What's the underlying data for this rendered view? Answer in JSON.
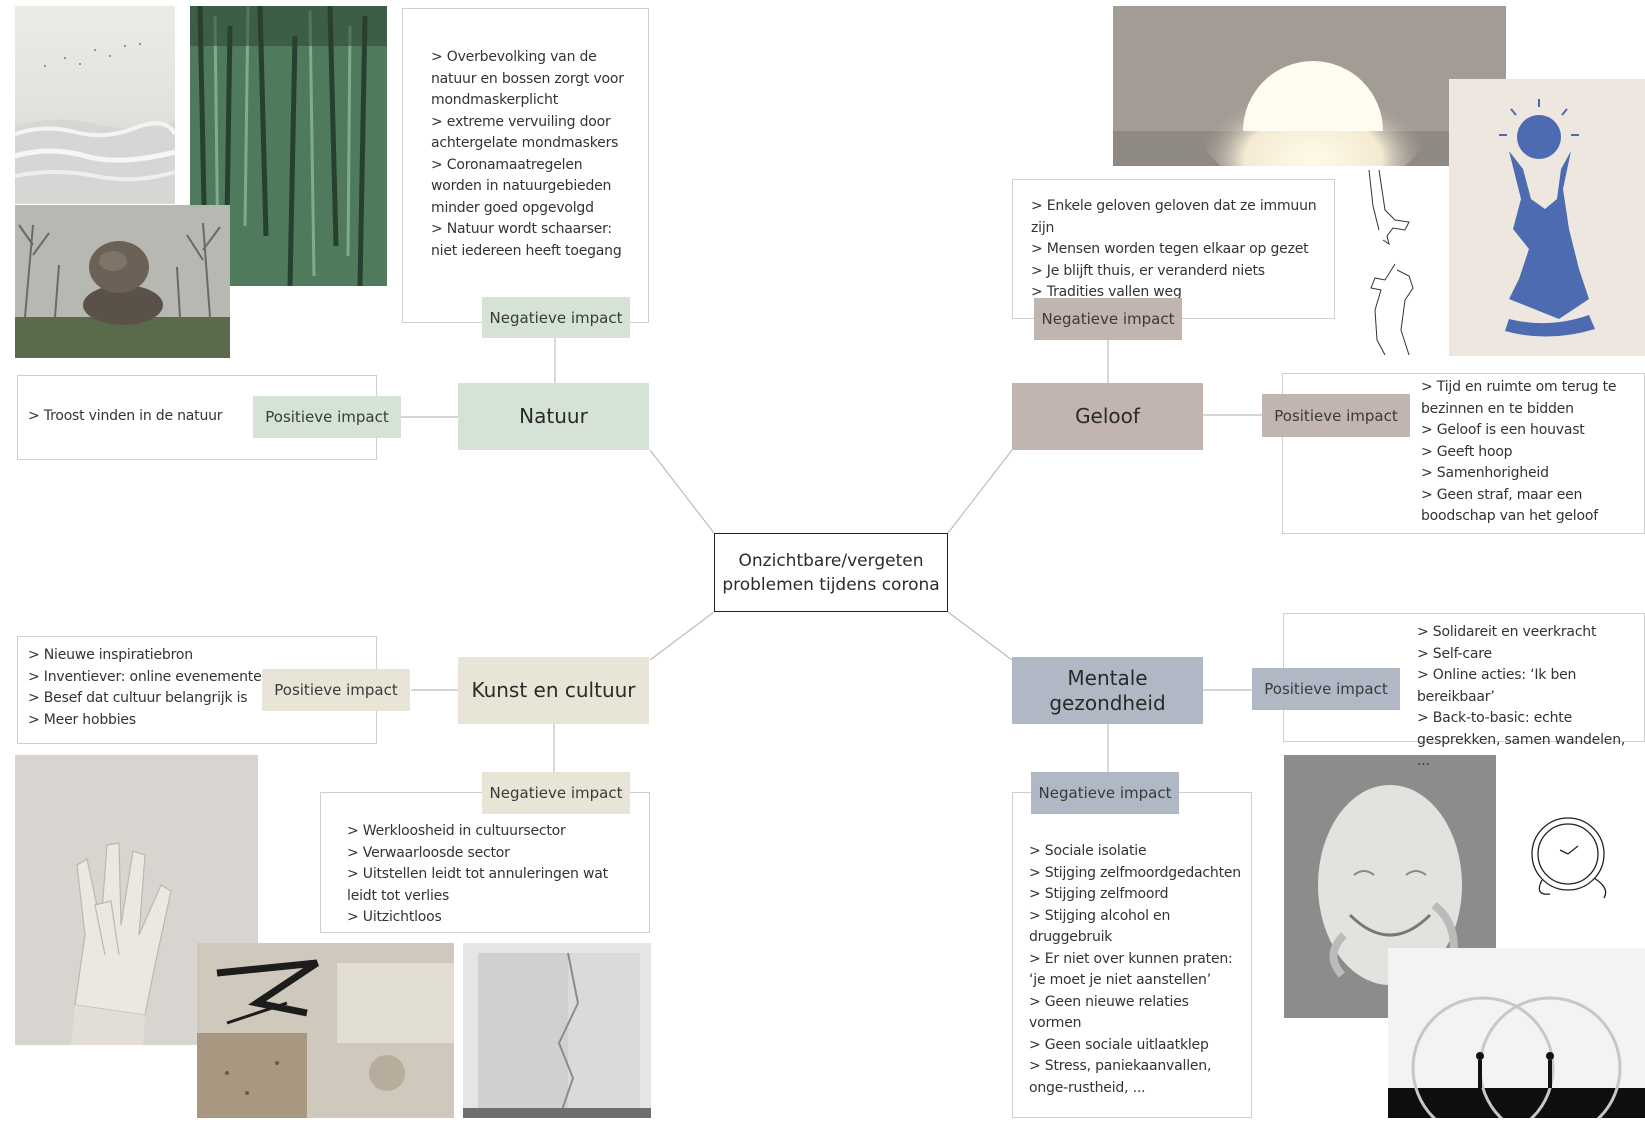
{
  "colors": {
    "natuur": "#d5e3d6",
    "geloof": "#c2b4ae",
    "kunst": "#e8e4d6",
    "mentaal": "#b1b8c5",
    "line": "#bdbdbd"
  },
  "center": {
    "title": "Onzichtbare/vergeten problemen tijdens corona"
  },
  "natuur": {
    "title": "Natuur",
    "negative_label": "Negatieve impact",
    "positive_label": "Positieve impact",
    "negative_items": [
      "> Overbevolking van de natuur en bossen zorgt voor mondmaskerplicht",
      "> extreme vervuiling door achtergelate mondmaskers",
      "> Coronamaatregelen worden in natuurgebieden minder goed opgevolgd",
      "> Natuur wordt schaarser: niet iedereen heeft toegang"
    ],
    "positive_items": [
      "> Troost vinden in de natuur"
    ]
  },
  "geloof": {
    "title": "Geloof",
    "negative_label": "Negatieve impact",
    "positive_label": "Positieve impact",
    "negative_items": [
      "> Enkele geloven geloven dat ze immuun zijn",
      "> Mensen worden tegen elkaar op gezet",
      "> Je blijft thuis, er veranderd niets",
      "> Tradities vallen weg"
    ],
    "positive_items": [
      "> Tijd en ruimte om terug te bezinnen en te bidden",
      "> Geloof is een houvast",
      "> Geeft hoop",
      "> Samenhorigheid",
      "> Geen straf, maar een boodschap van het geloof"
    ]
  },
  "kunst": {
    "title": "Kunst en cultuur",
    "negative_label": "Negatieve impact",
    "positive_label": "Positieve impact",
    "positive_items": [
      "> Nieuwe inspiratiebron",
      "> Inventiever: online evenementen",
      "> Besef dat cultuur belangrijk is",
      "> Meer hobbies"
    ],
    "negative_items": [
      "> Werkloosheid in cultuursector",
      "> Verwaarloosde sector",
      "> Uitstellen leidt tot annuleringen wat leidt tot verlies",
      "> Uitzichtloos"
    ]
  },
  "mentaal": {
    "title": "Mentale gezondheid",
    "negative_label": "Negatieve impact",
    "positive_label": "Positieve impact",
    "positive_items": [
      "> Solidareit en veerkracht",
      "> Self-care",
      "> Online acties: ‘Ik ben bereikbaar’",
      "> Back-to-basic: echte gesprekken, samen wandelen, ..."
    ],
    "negative_items": [
      "> Sociale isolatie",
      "> Stijging zelfmoordgedachten",
      "> Stijging zelfmoord",
      "> Stijging alcohol en druggebruik",
      "> Er niet over kunnen praten: ‘je moet je niet aanstellen’",
      "> Geen nieuwe relaties vormen",
      "> Geen sociale uitlaatklep",
      "> Stress, paniekaanvallen, onge-rustheid, ..."
    ]
  }
}
